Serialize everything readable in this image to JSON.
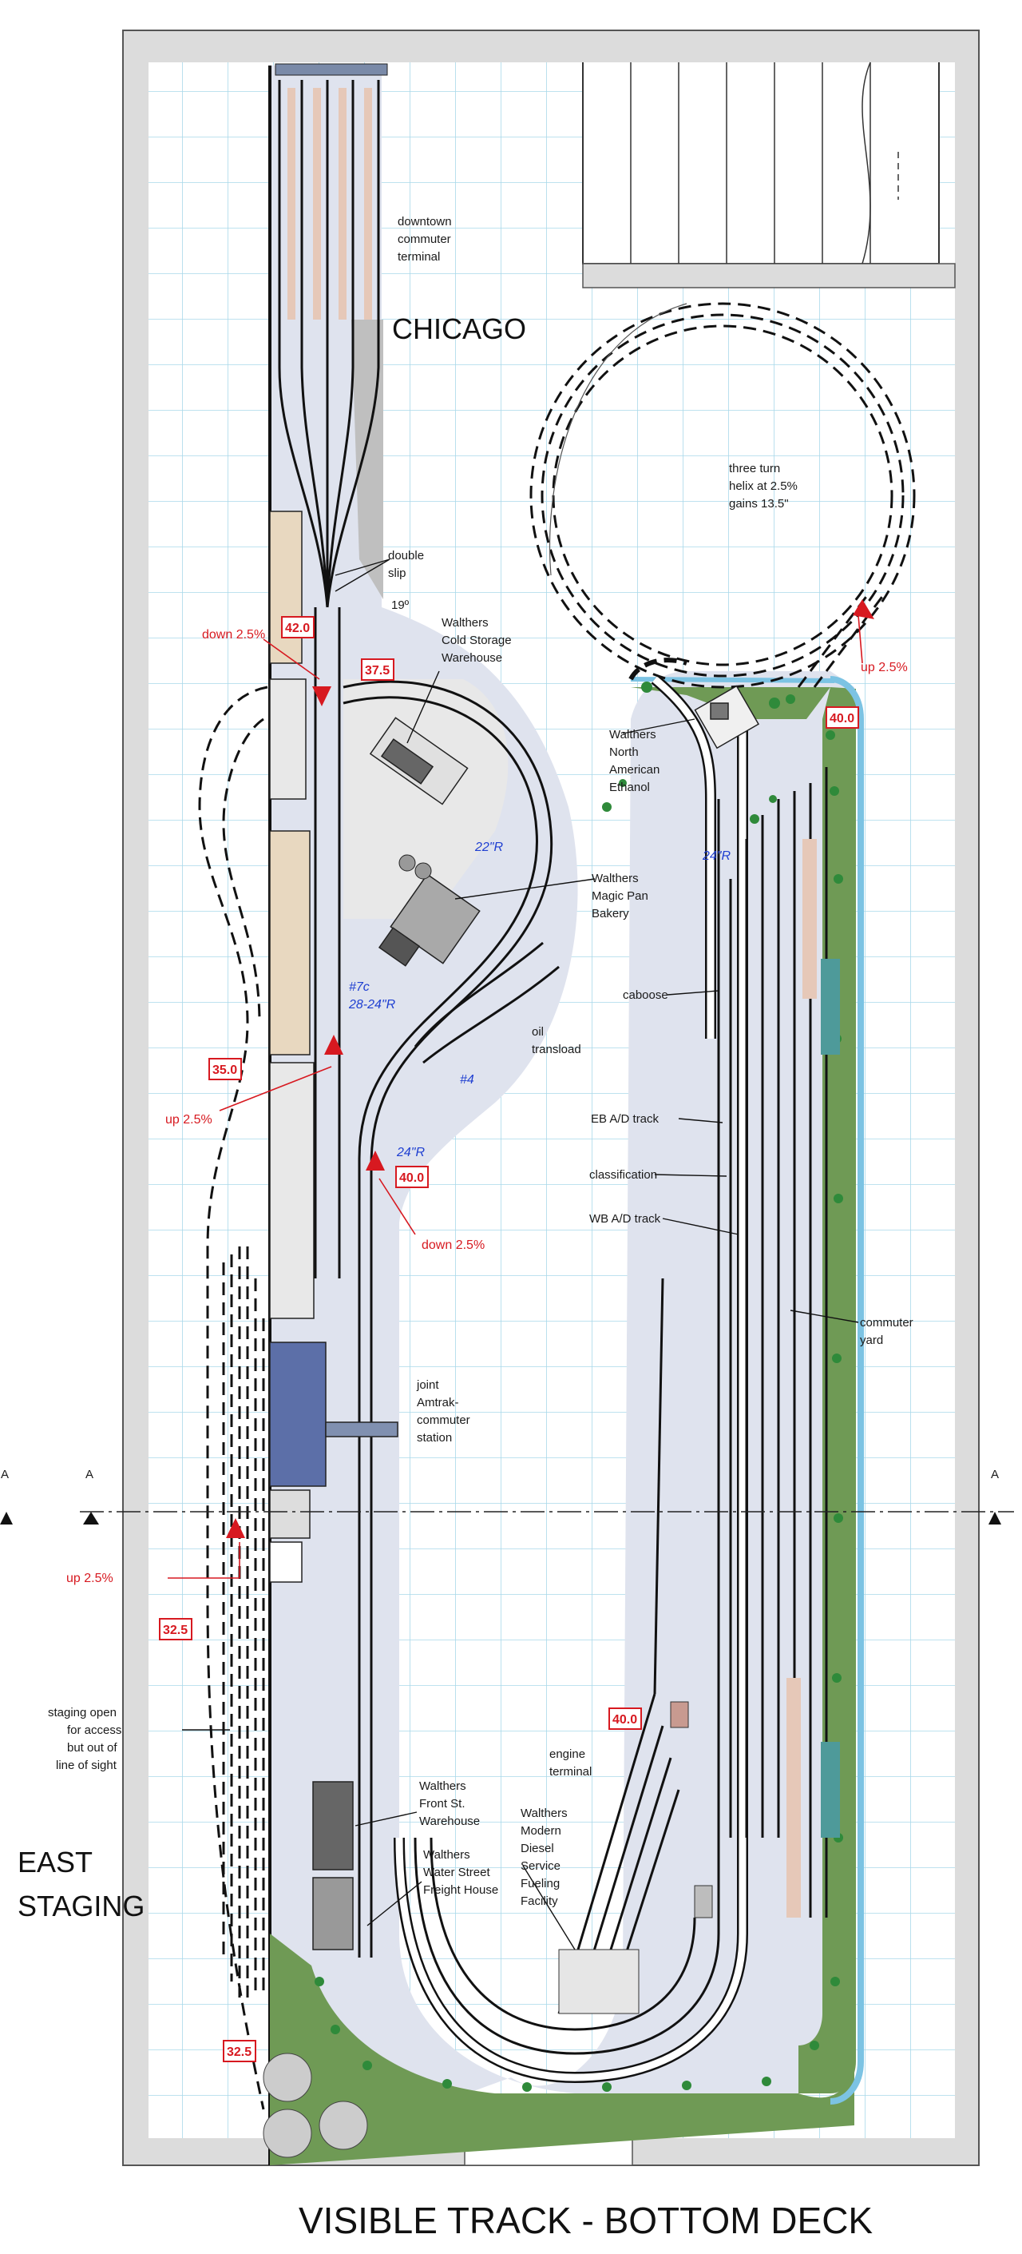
{
  "title": "VISIBLE TRACK - BOTTOM DECK",
  "section_marker": "A",
  "labels": {
    "chicago": "CHICAGO",
    "east_staging_1": "EAST",
    "east_staging_2": "STAGING",
    "downtown_1": "downtown",
    "downtown_2": "commuter",
    "downtown_3": "terminal",
    "double_slip_1": "double",
    "double_slip_2": "slip",
    "angle_19": "19º",
    "cold_1": "Walthers",
    "cold_2": "Cold Storage",
    "cold_3": "Warehouse",
    "helix_1": "three turn",
    "helix_2": "helix at 2.5%",
    "helix_3": "gains 13.5\"",
    "ethanol_1": "Walthers",
    "ethanol_2": "North",
    "ethanol_3": "American",
    "ethanol_4": "Ethanol",
    "bakery_1": "Walthers",
    "bakery_2": "Magic Pan",
    "bakery_3": "Bakery",
    "caboose": "caboose",
    "oil_1": "oil",
    "oil_2": "transload",
    "eb_ad": "EB A/D track",
    "classification": "classification",
    "wb_ad": "WB A/D track",
    "commuter_yard_1": "commuter",
    "commuter_yard_2": "yard",
    "station_1": "joint",
    "station_2": "Amtrak-",
    "station_3": "commuter",
    "station_4": "station",
    "staging_1": "staging open",
    "staging_2": "for access",
    "staging_3": "but out of",
    "staging_4": "line of sight",
    "engine_1": "engine",
    "engine_2": "terminal",
    "front_1": "Walthers",
    "front_2": "Front St.",
    "front_3": "Warehouse",
    "water_1": "Walthers",
    "water_2": "Water Street",
    "water_3": "Freight House",
    "diesel_1": "Walthers",
    "diesel_2": "Modern",
    "diesel_3": "Diesel",
    "diesel_4": "Service",
    "diesel_5": "Fueling",
    "diesel_6": "Facility"
  },
  "grades": {
    "down_top": "down 2.5%",
    "up_helix": "up 2.5%",
    "up_left": "up 2.5%",
    "down_mid": "down 2.5%",
    "up_lower": "up 2.5%"
  },
  "radii": {
    "r22": "22\"R",
    "r24_right": "24\"R",
    "turnout_7c_1": "#7c",
    "turnout_7c_2": "28-24\"R",
    "turnout_4": "#4",
    "r24_mid": "24\"R"
  },
  "elevations": {
    "e42": "42.0",
    "e375": "37.5",
    "e40_right": "40.0",
    "e35": "35.0",
    "e40_mid": "40.0",
    "e325_left": "32.5",
    "e40_engine": "40.0",
    "e325_bottom": "32.5"
  },
  "colors": {
    "grid": "#a9d8ea",
    "ground": "#dfe3ee",
    "grass": "#6f9a55",
    "water": "#7cc3e3",
    "grade_red": "#d71920",
    "radius_blue": "#1f3fd1"
  }
}
